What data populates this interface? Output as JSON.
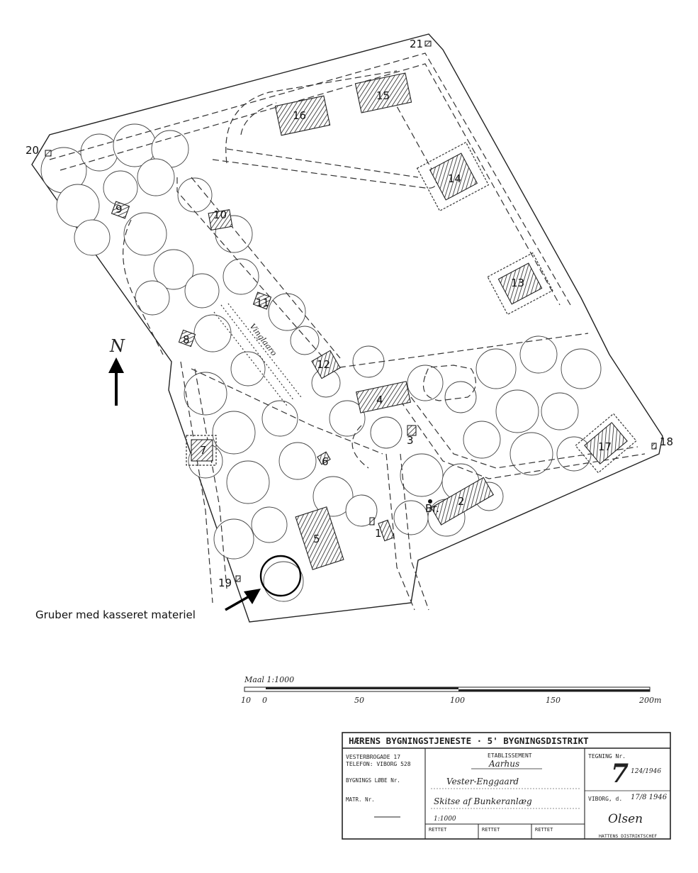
{
  "map": {
    "north_label": "N",
    "annotation": "Gruber med kasseret materiel",
    "markers": [
      {
        "id": "1",
        "label": "1"
      },
      {
        "id": "2",
        "label": "2"
      },
      {
        "id": "3",
        "label": "3"
      },
      {
        "id": "4",
        "label": "4"
      },
      {
        "id": "5",
        "label": "5"
      },
      {
        "id": "6",
        "label": "6"
      },
      {
        "id": "7",
        "label": "7"
      },
      {
        "id": "8",
        "label": "8"
      },
      {
        "id": "9",
        "label": "9"
      },
      {
        "id": "10",
        "label": "10"
      },
      {
        "id": "11",
        "label": "11"
      },
      {
        "id": "12",
        "label": "12"
      },
      {
        "id": "13",
        "label": "13"
      },
      {
        "id": "14",
        "label": "14"
      },
      {
        "id": "15",
        "label": "15"
      },
      {
        "id": "16",
        "label": "16"
      },
      {
        "id": "17",
        "label": "17"
      },
      {
        "id": "18",
        "label": "18"
      },
      {
        "id": "19",
        "label": "19"
      },
      {
        "id": "20",
        "label": "20"
      },
      {
        "id": "21",
        "label": "21"
      },
      {
        "id": "br",
        "label": "Br."
      }
    ],
    "road_label": "Vinglaaro"
  },
  "scale_bar": {
    "title": "Maal 1:1000",
    "ticks": [
      "10",
      "0",
      "50",
      "100",
      "150",
      "200m"
    ]
  },
  "title_block": {
    "header": "HÆRENS BYGNINGSTJENESTE · 5' BYGNINGSDISTRIKT",
    "address_line1": "VESTERBROGADE 17",
    "address_line2": "TELEFON: VIBORG 528",
    "lobe_nr_label": "BYGNINGS LØBE Nr.",
    "matr_nr_label": "MATR. Nr.",
    "etablissement_label": "ETABLISSEMENT",
    "city": "Aarhus",
    "place": "Vester-Enggaard",
    "description": "Skitse af Bunkeranlæg",
    "scale": "1:1000",
    "tegning_label": "TEGNING Nr.",
    "tegning_nr": "7",
    "tegning_suffix": "124/1946",
    "viborg_label": "VIBORG, d.",
    "viborg_date": "17/8 1946",
    "signature": "Olsen",
    "signer_caption": "HATTENS DISTRIKTSCHEF",
    "foot_labels": [
      "RETTET",
      "RETTET",
      "RETTET"
    ]
  }
}
